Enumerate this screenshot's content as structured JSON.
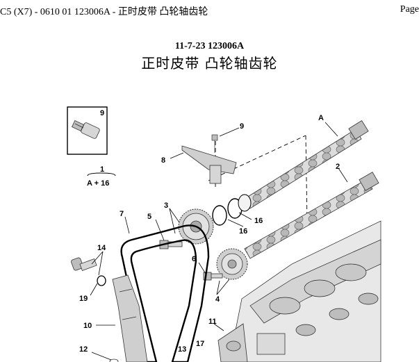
{
  "header": {
    "left_text": "C5 (X7) - 0610 01 123006A - 正时皮带 凸轮轴齿轮",
    "right_text": "Page"
  },
  "document": {
    "code": "11-7-23 123006A",
    "title": "正时皮带 凸轮轴齿轮"
  },
  "diagram": {
    "inset_label": "9",
    "group_label_top": "1",
    "group_label_bottom": "A + 16",
    "callouts": {
      "a": "A",
      "c2": "2",
      "c3": "3",
      "c4": "4",
      "c5": "5",
      "c6": "6",
      "c7": "7",
      "c8": "8",
      "c9": "9",
      "c10": "10",
      "c11": "11",
      "c12": "12",
      "c13": "13",
      "c14": "14",
      "c16a": "16",
      "c16b": "16",
      "c17": "17",
      "c19": "19"
    }
  }
}
